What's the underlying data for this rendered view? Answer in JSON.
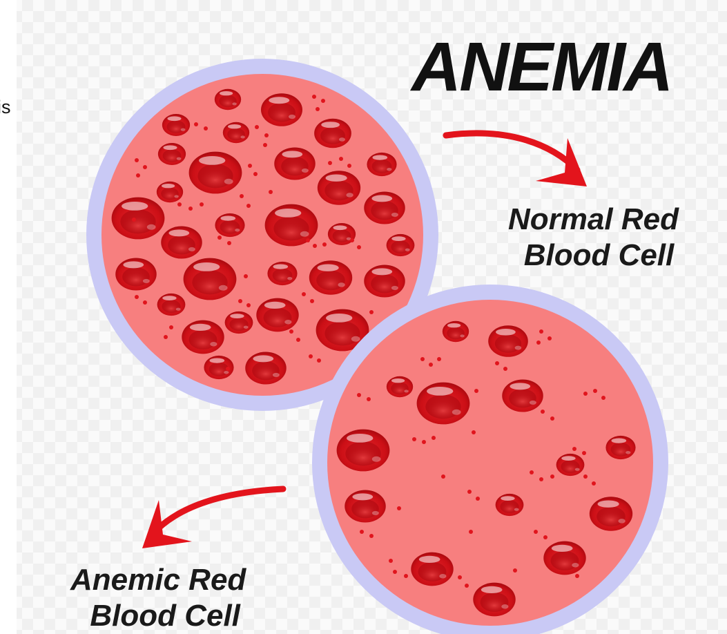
{
  "cropped_text": "is",
  "title": "ANEMIA",
  "labels": {
    "normal": {
      "line1": "Normal Red",
      "line2": "Blood Cell"
    },
    "anemic": {
      "line1": "Anemic Red",
      "line2": "Blood Cell"
    }
  },
  "colors": {
    "ring": "#c9c9f5",
    "plasma": "#f77f7f",
    "cell": "#d8141b",
    "cell_dark": "#a30a10",
    "arrow": "#e3141c",
    "checker": "#f1f1f1"
  }
}
